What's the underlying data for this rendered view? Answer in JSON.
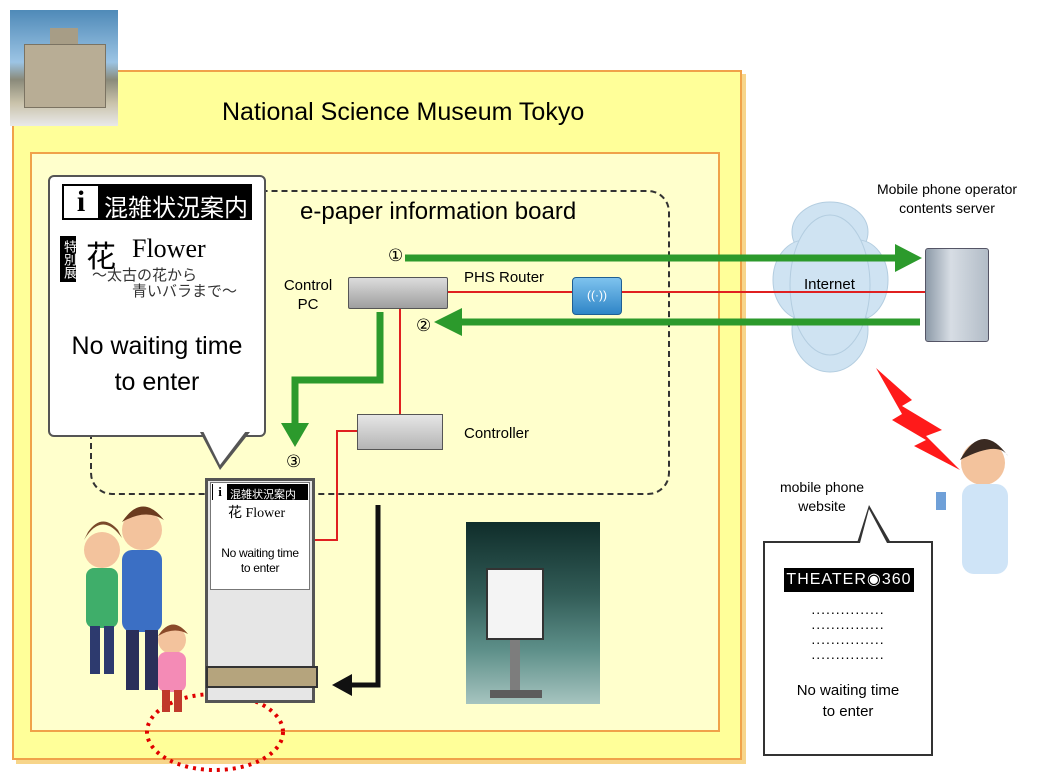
{
  "title": "National Science Museum Tokyo",
  "board_title": "e-paper information board",
  "labels": {
    "control_pc": "Control\nPC",
    "phs_router": "PHS Router",
    "internet": "Internet",
    "server": "Mobile phone operator\ncontents server",
    "controller": "Controller",
    "mobile_site": "mobile phone\nwebsite"
  },
  "steps": [
    "①",
    "②",
    "③"
  ],
  "callout": {
    "i": "i",
    "header": "混雑状況案内",
    "tag": "特別展",
    "flower_kanji": "花",
    "flower": "Flower",
    "subtitle1": "～太古の花から",
    "subtitle2": "青いバラまで～",
    "message": "No waiting time\nto enter"
  },
  "sign": {
    "i": "i",
    "header": "混雑状況案内",
    "flower": "花 Flower",
    "message": "No waiting time\nto enter"
  },
  "phone": {
    "brand": "THEATER◉360",
    "dots": "...............\n...............\n...............\n...............",
    "message": "No waiting time\nto enter"
  },
  "colors": {
    "outer": "#ffff99",
    "inner": "#ffffcc",
    "frame": "#f0a24a",
    "green_arrow": "#2c9a2c",
    "red_line": "#e02020",
    "lightning": "#ff1a1a",
    "cloud": "#cfe3f2"
  }
}
